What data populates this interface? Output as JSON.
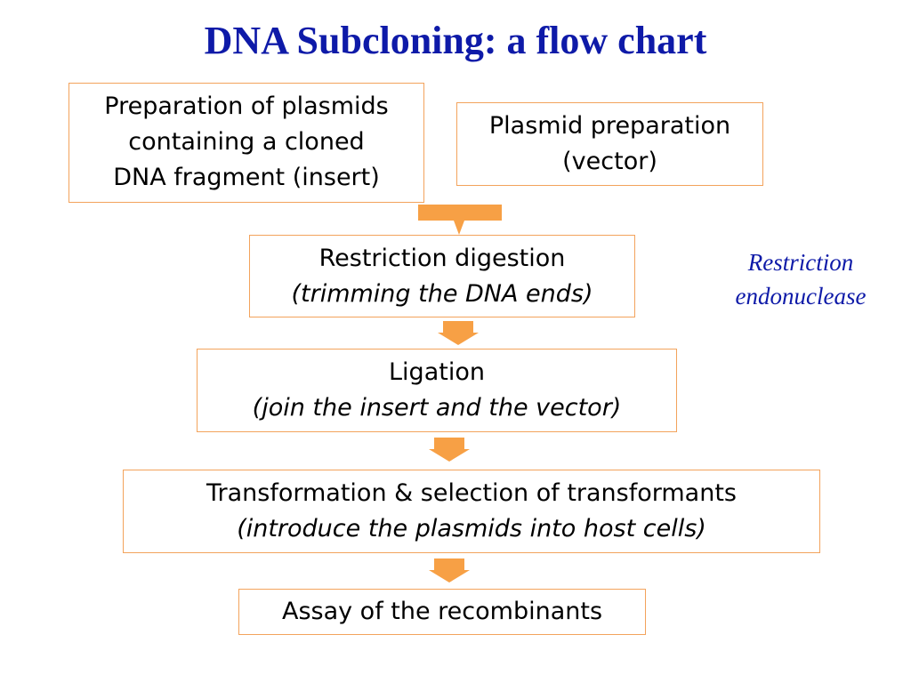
{
  "title": "DNA Subcloning: a flow chart",
  "boxes": {
    "insert_prep": {
      "lines": [
        "Preparation of plasmids",
        "containing a cloned",
        "DNA fragment (insert)"
      ]
    },
    "vector_prep": {
      "lines": [
        "Plasmid preparation",
        "(vector)"
      ]
    },
    "digestion": {
      "lines": [
        "Restriction digestion",
        "(trimming the DNA ends)"
      ]
    },
    "ligation": {
      "lines": [
        "Ligation",
        "(join the insert and the vector)"
      ]
    },
    "transformation": {
      "lines": [
        "Transformation & selection of transformants",
        "(introduce the plasmids into host cells)"
      ]
    },
    "assay": {
      "lines": [
        "Assay of the recombinants"
      ]
    }
  },
  "enzyme_note": {
    "lines": [
      "Restriction",
      "endonuclease"
    ]
  },
  "colors": {
    "title": "#0e1aa8",
    "box_border": "#f3a35c",
    "arrow": "#f7a045",
    "note": "#0e1aa8"
  }
}
